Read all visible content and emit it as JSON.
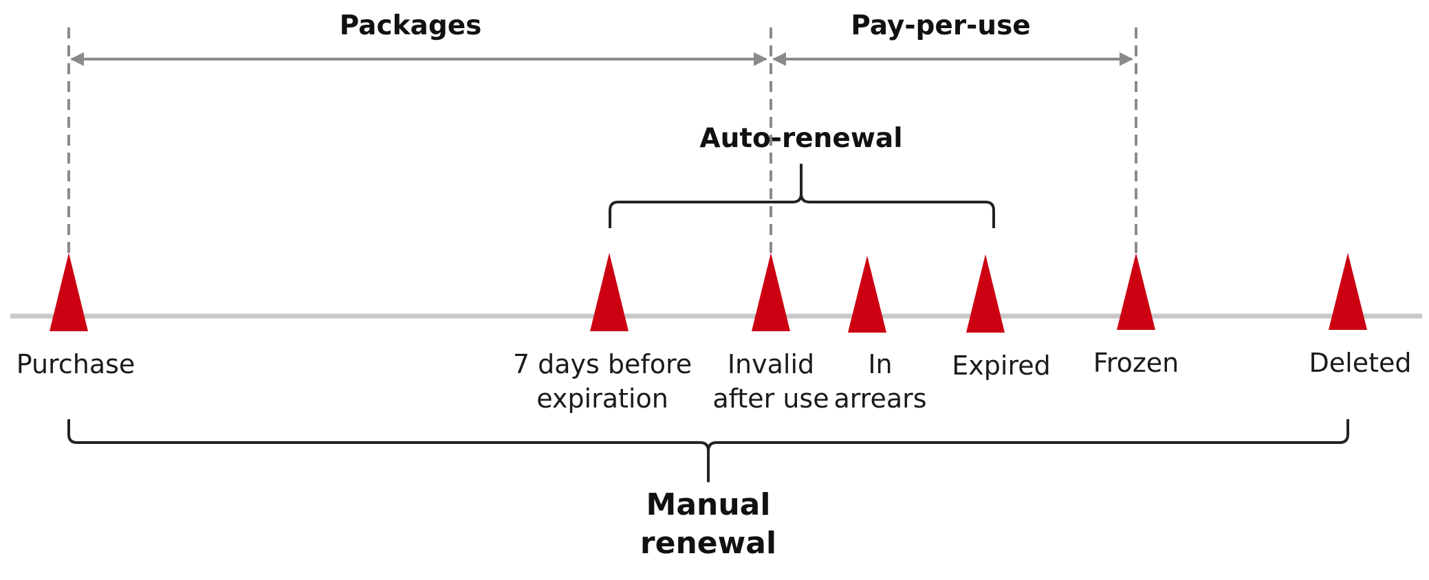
{
  "headers": {
    "packages": "Packages",
    "pay_per_use": "Pay-per-use",
    "auto_renewal": "Auto-renewal",
    "manual_renewal_line1": "Manual",
    "manual_renewal_line2": "renewal"
  },
  "milestones": {
    "purchase": "Purchase",
    "seven_days_line1": "7 days before",
    "seven_days_line2": "expiration",
    "invalid_line1": "Invalid",
    "invalid_line2": "after use",
    "arrears_line1": "In",
    "arrears_line2": "arrears",
    "expired": "Expired",
    "frozen": "Frozen",
    "deleted": "Deleted"
  },
  "colors": {
    "marker": "#cc0011",
    "timeline": "#c8c8c8",
    "guide": "#8a8a8a",
    "bracket": "#222222",
    "text": "#1a1a1a"
  }
}
